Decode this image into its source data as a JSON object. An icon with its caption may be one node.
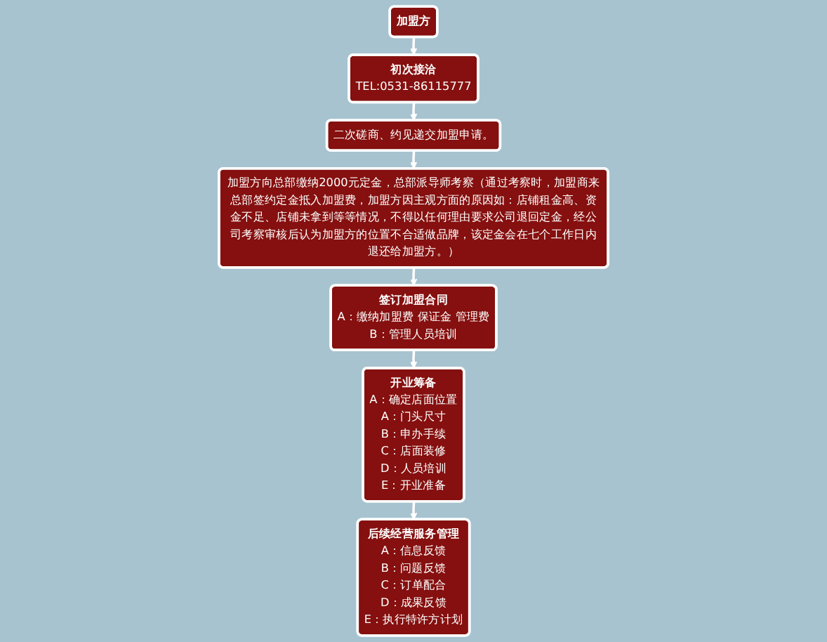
{
  "diagram": {
    "nodes": [
      {
        "text": [
          "加盟方"
        ]
      },
      {
        "text": [
          "初次接洽",
          "TEL:0531-86115777"
        ]
      },
      {
        "text": [
          "二次磋商、约见递交加盟申请。"
        ]
      },
      {
        "text": [
          "加盟方向总部缴纳2000元定金，总部派导师考察（通过考察时，加盟商来总部签约定金抵入加盟费，加盟方因主观方面的原因如：店铺租金高、资金不足、店铺未拿到等等情况，不得以任何理由要求公司退回定金，经公司考察审核后认为加盟方的位置不合适做品牌，该定金会在七个工作日内退还给加盟方。）"
        ]
      },
      {
        "text": [
          "签订加盟合同",
          "A：缴纳加盟费 保证金 管理费",
          "B：管理人员培训"
        ]
      },
      {
        "text": [
          "开业筹备",
          "A：确定店面位置",
          "A：门头尺寸",
          "B：申办手续",
          "C：店面装修",
          "D：人员培训",
          "E：开业准备"
        ]
      },
      {
        "text": [
          "后续经营服务管理",
          "A：信息反馈",
          "B：问题反馈",
          "C：订单配合",
          "D：成果反馈",
          "E：执行特许方计划"
        ]
      }
    ],
    "edges": [
      {
        "from": 0,
        "to": 1,
        "arrow": "to"
      },
      {
        "from": 1,
        "to": 2,
        "arrow": "to"
      },
      {
        "from": 2,
        "to": 3,
        "arrow": "to"
      },
      {
        "from": 3,
        "to": 4,
        "arrow": "to"
      },
      {
        "from": 4,
        "to": 5,
        "arrow": "to"
      },
      {
        "from": 5,
        "to": 6,
        "arrow": "to"
      }
    ]
  }
}
